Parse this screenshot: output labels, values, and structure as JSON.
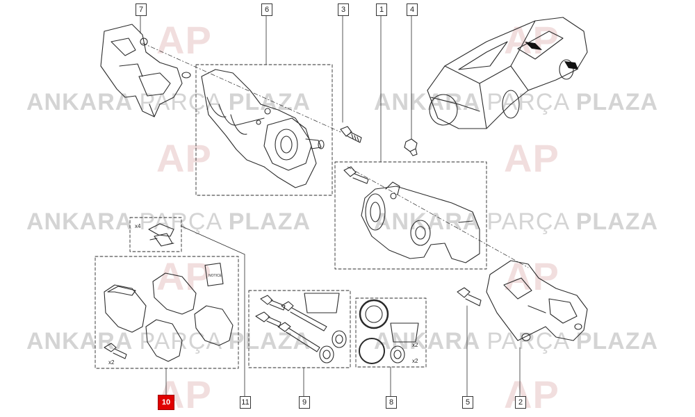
{
  "watermark": {
    "word1": "ANKARA",
    "word2": "PARÇA",
    "word3": "PLAZA",
    "logo_text": "AP",
    "color": "#d4d4d4"
  },
  "callouts": [
    {
      "id": "7",
      "highlight": false
    },
    {
      "id": "6",
      "highlight": false
    },
    {
      "id": "3",
      "highlight": false
    },
    {
      "id": "1",
      "highlight": false
    },
    {
      "id": "4",
      "highlight": false
    },
    {
      "id": "10",
      "highlight": true
    },
    {
      "id": "11",
      "highlight": false
    },
    {
      "id": "9",
      "highlight": false
    },
    {
      "id": "8",
      "highlight": false
    },
    {
      "id": "5",
      "highlight": false
    },
    {
      "id": "2",
      "highlight": false
    }
  ],
  "labels": {
    "qty_x4": "x4",
    "qty_pads_bolt": "x2",
    "qty_seal_top": "x2",
    "qty_seal_bottom": "x2",
    "booklet": "NOTICE"
  },
  "colors": {
    "line": "#2a2a2a",
    "highlight": "#e00000",
    "watermark": "#d4d4d4"
  }
}
